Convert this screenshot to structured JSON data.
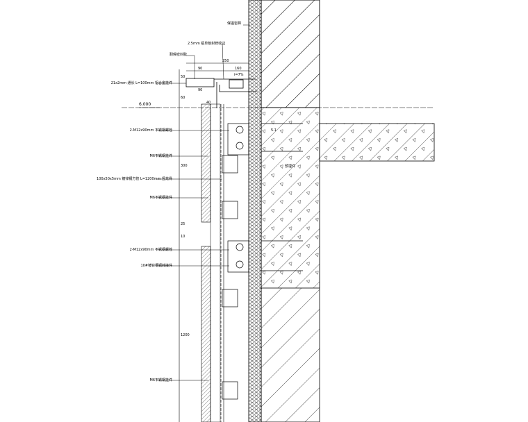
{
  "title": "石材幕墙竖剖节点",
  "labels": {
    "top_right": "保温岩棉",
    "panel": "2.5mm 铝单板封修收边",
    "sealant": "耐候密封胶",
    "pipe": "21x2mm 通长 L=100mm 铝合金挂件",
    "bolt1": "2-M12x90mm 不锈钢螺栓",
    "hanger1": "M6不锈钢挂件",
    "tube": "100x50x5mm 镀锌钢方管 L=1200mm 竖龙骨",
    "hanger2": "M6不锈钢挂件",
    "bolt2": "2-M12x90mm 不锈钢螺栓",
    "angle": "10#镀锌槽钢转接件",
    "hanger3": "M6不锈钢挂件",
    "anchor": "预埋件"
  },
  "elevation": "6.000",
  "slope": "i=7%",
  "dims": {
    "d250": "250",
    "d90a": "90",
    "d160": "160",
    "d90b": "90",
    "d50": "50",
    "d40": "40",
    "d60": "60",
    "d300": "300",
    "d25": "25",
    "d10": "10",
    "d1200": "1200",
    "ang": "5.1"
  }
}
